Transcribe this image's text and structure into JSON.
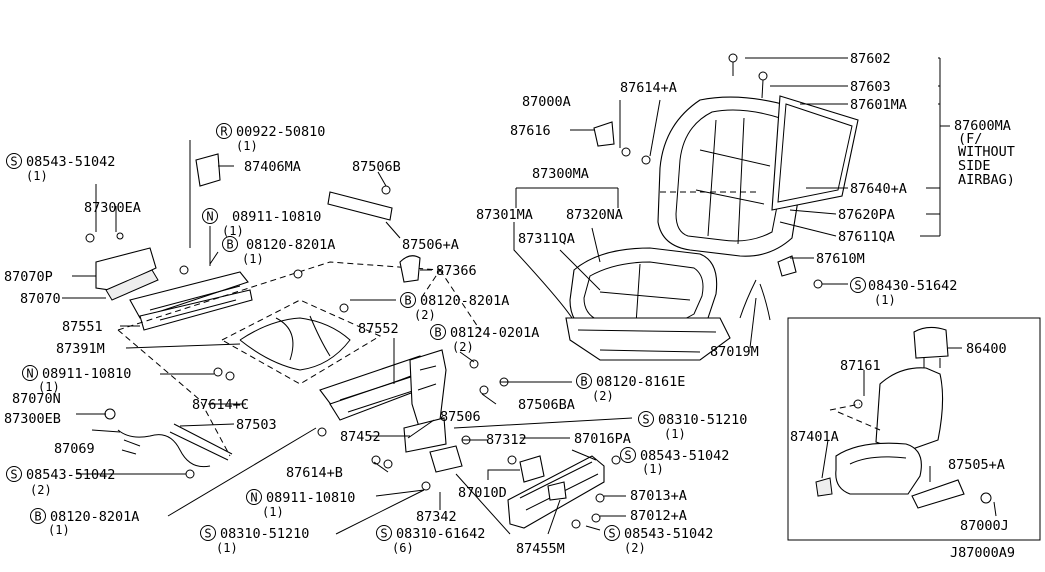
{
  "diagram_id": "J87000A9",
  "callouts": [
    {
      "id": "c1",
      "text": "87602"
    },
    {
      "id": "c2",
      "text": "87603"
    },
    {
      "id": "c3",
      "text": "87601MA"
    },
    {
      "id": "c4",
      "text": "87600MA"
    },
    {
      "id": "c5",
      "text": "(F/"
    },
    {
      "id": "c6",
      "text": "WITHOUT"
    },
    {
      "id": "c7",
      "text": "SIDE"
    },
    {
      "id": "c8",
      "text": "AIRBAG)"
    },
    {
      "id": "c9",
      "text": "87000A"
    },
    {
      "id": "c10",
      "text": "87614+A"
    },
    {
      "id": "c11",
      "text": "87616"
    },
    {
      "id": "c12",
      "text": "87300MA"
    },
    {
      "id": "c13",
      "text": "87301MA"
    },
    {
      "id": "c14",
      "text": "87320NA"
    },
    {
      "id": "c15",
      "text": "87311QA"
    },
    {
      "id": "c16",
      "text": "87640+A"
    },
    {
      "id": "c17",
      "text": "87620PA"
    },
    {
      "id": "c18",
      "text": "87611QA"
    },
    {
      "id": "c19",
      "text": "87610M"
    },
    {
      "id": "c20",
      "text": "08430-51642"
    },
    {
      "id": "c21",
      "text": "(1)"
    },
    {
      "id": "c22",
      "text": "87019M"
    },
    {
      "id": "c23",
      "text": "00922-50810"
    },
    {
      "id": "c24",
      "text": "(1)"
    },
    {
      "id": "c25",
      "text": "08543-51042"
    },
    {
      "id": "c26",
      "text": "(1)"
    },
    {
      "id": "c27",
      "text": "87406MA"
    },
    {
      "id": "c28",
      "text": "87506B"
    },
    {
      "id": "c29",
      "text": "87300EA"
    },
    {
      "id": "c30",
      "text": "08911-10810"
    },
    {
      "id": "c31",
      "text": "(1)"
    },
    {
      "id": "c32",
      "text": "08120-8201A"
    },
    {
      "id": "c33",
      "text": "(1)"
    },
    {
      "id": "c34",
      "text": "87506+A"
    },
    {
      "id": "c35",
      "text": "87070P"
    },
    {
      "id": "c36",
      "text": "87070"
    },
    {
      "id": "c37",
      "text": "87366"
    },
    {
      "id": "c38",
      "text": "08120-8201A"
    },
    {
      "id": "c39",
      "text": "(2)"
    },
    {
      "id": "c40",
      "text": "87551"
    },
    {
      "id": "c41",
      "text": "87391M"
    },
    {
      "id": "c42",
      "text": "87552"
    },
    {
      "id": "c43",
      "text": "08124-0201A"
    },
    {
      "id": "c44",
      "text": "(2)"
    },
    {
      "id": "c45",
      "text": "08911-10810"
    },
    {
      "id": "c46",
      "text": "(1)"
    },
    {
      "id": "c47",
      "text": "87614+C"
    },
    {
      "id": "c48",
      "text": "08120-8161E"
    },
    {
      "id": "c49",
      "text": "(2)"
    },
    {
      "id": "c50",
      "text": "87506BA"
    },
    {
      "id": "c51",
      "text": "87070N"
    },
    {
      "id": "c52",
      "text": "87300EB"
    },
    {
      "id": "c53",
      "text": "87503"
    },
    {
      "id": "c54",
      "text": "87506"
    },
    {
      "id": "c55",
      "text": "08310-51210"
    },
    {
      "id": "c56",
      "text": "(1)"
    },
    {
      "id": "c57",
      "text": "87452"
    },
    {
      "id": "c58",
      "text": "87312"
    },
    {
      "id": "c59",
      "text": "87069"
    },
    {
      "id": "c60",
      "text": "87016PA"
    },
    {
      "id": "c61",
      "text": "08543-51042"
    },
    {
      "id": "c62",
      "text": "(1)"
    },
    {
      "id": "c63",
      "text": "08543-51042"
    },
    {
      "id": "c64",
      "text": "(2)"
    },
    {
      "id": "c65",
      "text": "87614+B"
    },
    {
      "id": "c66",
      "text": "87010D"
    },
    {
      "id": "c67",
      "text": "87013+A"
    },
    {
      "id": "c68",
      "text": "08911-10810"
    },
    {
      "id": "c69",
      "text": "(1)"
    },
    {
      "id": "c70",
      "text": "87342"
    },
    {
      "id": "c71",
      "text": "87012+A"
    },
    {
      "id": "c72",
      "text": "08120-8201A"
    },
    {
      "id": "c73",
      "text": "(1)"
    },
    {
      "id": "c74",
      "text": "08310-51210"
    },
    {
      "id": "c75",
      "text": "(1)"
    },
    {
      "id": "c76",
      "text": "08310-61642"
    },
    {
      "id": "c77",
      "text": "(6)"
    },
    {
      "id": "c78",
      "text": "87455M"
    },
    {
      "id": "c79",
      "text": "08543-51042"
    },
    {
      "id": "c80",
      "text": "(2)"
    },
    {
      "id": "c81",
      "text": "86400"
    },
    {
      "id": "c82",
      "text": "87161"
    },
    {
      "id": "c83",
      "text": "87401A"
    },
    {
      "id": "c84",
      "text": "87505+A"
    },
    {
      "id": "c85",
      "text": "87000J"
    }
  ],
  "prefix_symbols": [
    {
      "id": "s1",
      "letter": "R"
    },
    {
      "id": "s2",
      "letter": "S"
    },
    {
      "id": "s3",
      "letter": "N"
    },
    {
      "id": "s4",
      "letter": "B"
    },
    {
      "id": "s5",
      "letter": "B"
    },
    {
      "id": "s6",
      "letter": "B"
    },
    {
      "id": "s7",
      "letter": "N"
    },
    {
      "id": "s8",
      "letter": "B"
    },
    {
      "id": "s9",
      "letter": "S"
    },
    {
      "id": "s10",
      "letter": "S"
    },
    {
      "id": "s11",
      "letter": "S"
    },
    {
      "id": "s12",
      "letter": "N"
    },
    {
      "id": "s13",
      "letter": "B"
    },
    {
      "id": "s14",
      "letter": "S"
    },
    {
      "id": "s15",
      "letter": "S"
    },
    {
      "id": "s16",
      "letter": "S"
    },
    {
      "id": "s17",
      "letter": "S"
    }
  ]
}
